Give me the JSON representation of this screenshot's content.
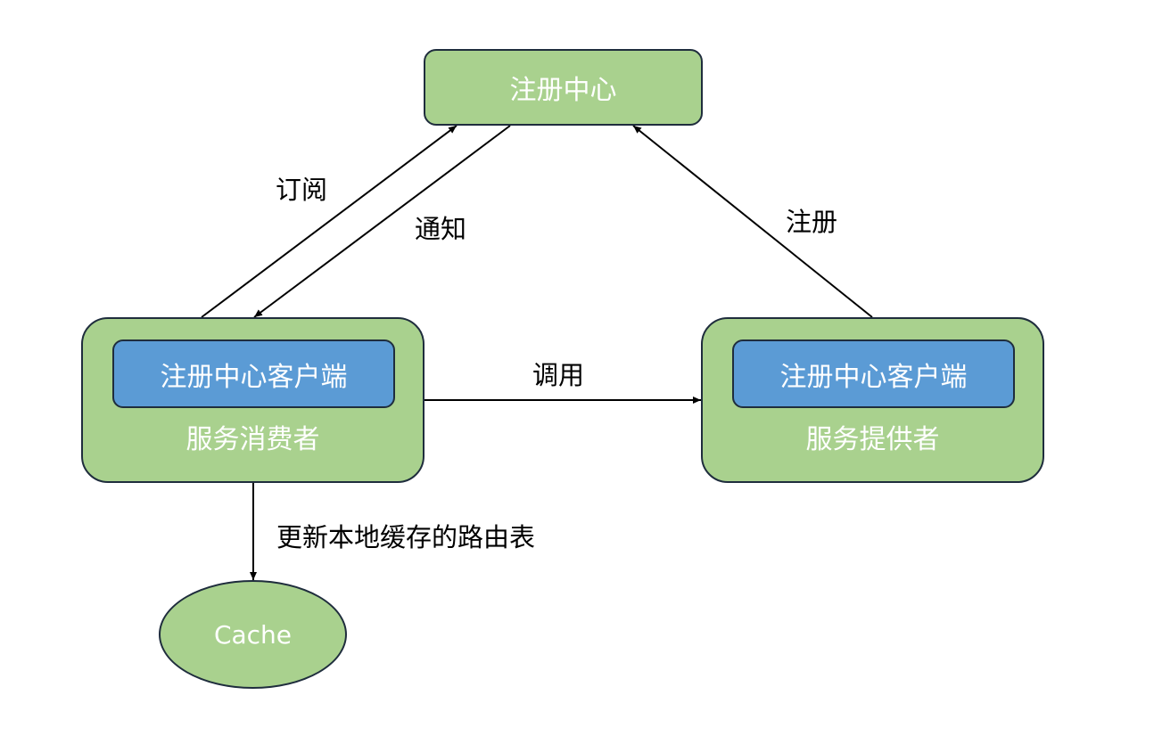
{
  "registry": {
    "label": "注册中心"
  },
  "consumer": {
    "client_label": "注册中心客户端",
    "label": "服务消费者"
  },
  "provider": {
    "client_label": "注册中心客户端",
    "label": "服务提供者"
  },
  "cache": {
    "label": "Cache"
  },
  "edges": {
    "subscribe": "订阅",
    "notify": "通知",
    "register": "注册",
    "invoke": "调用",
    "update_cache": "更新本地缓存的路由表"
  },
  "colors": {
    "node_fill": "#a9d18e",
    "client_fill": "#5b9bd5",
    "border": "#1f2d3d",
    "arrow": "#000000"
  }
}
